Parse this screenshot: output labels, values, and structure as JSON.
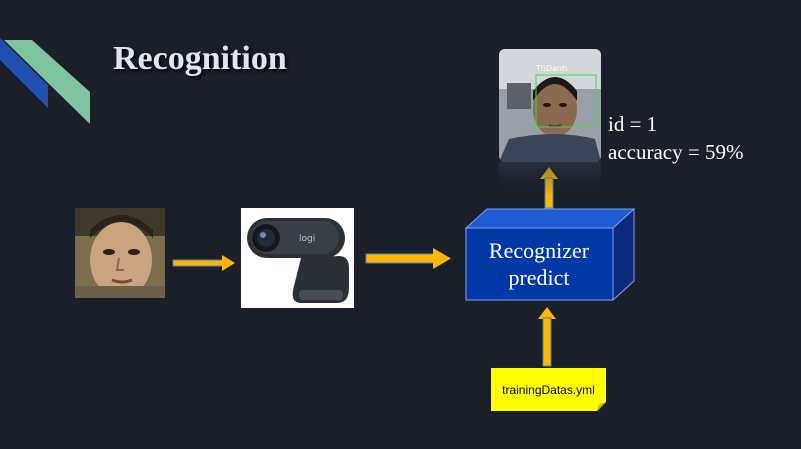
{
  "title": "Recognition",
  "recognizer": {
    "line1": "Recognizer",
    "line2": "predict"
  },
  "result": {
    "id_text": "id = 1",
    "accuracy_text": "accuracy = 59%",
    "overlay_name": "ThDanh"
  },
  "training_file": "trainingDatas.yml",
  "webcam_logo": "logi",
  "colors": {
    "background": "#1b1f2a",
    "arrow": "#fbb800",
    "box_front": "#0039a6",
    "note": "#ffff00",
    "accent_blue": "#1f4fb0",
    "accent_green": "#7ec4a0"
  }
}
